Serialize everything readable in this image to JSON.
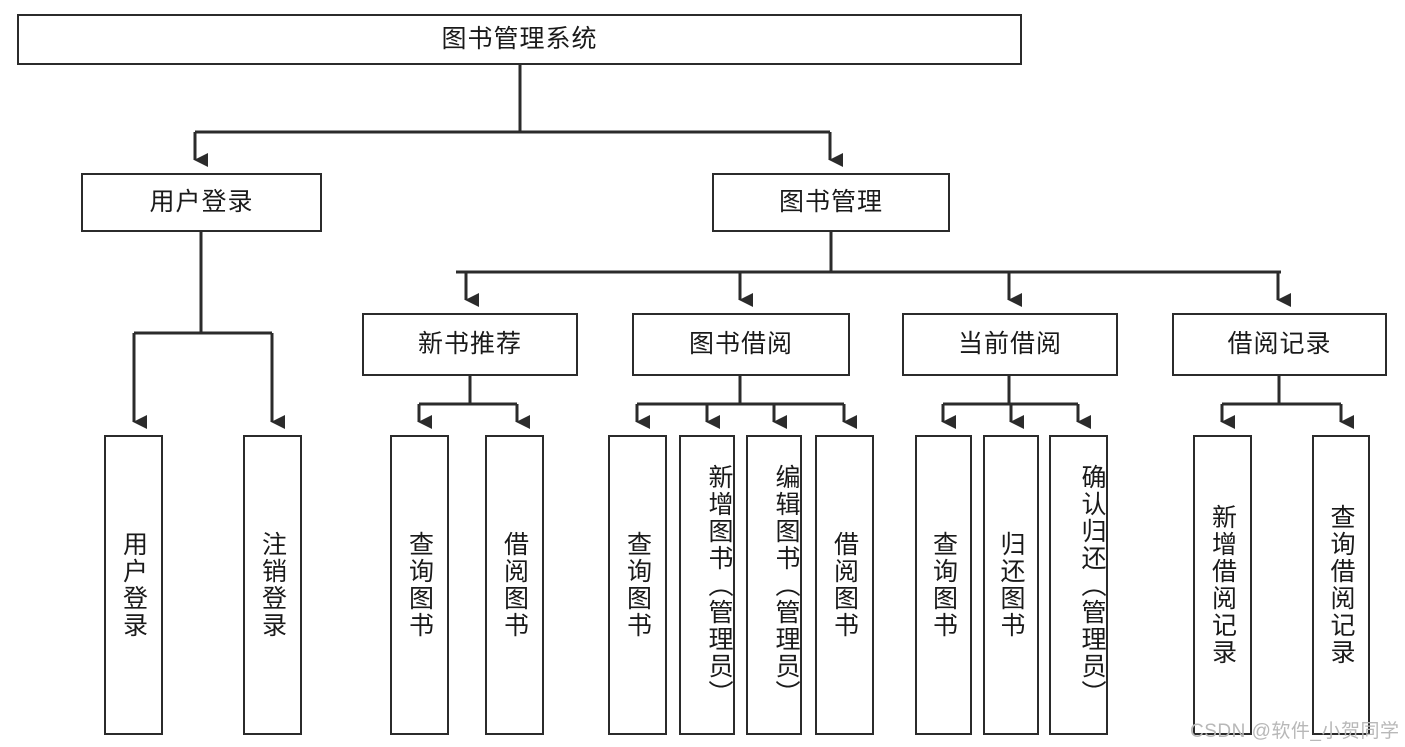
{
  "diagram": {
    "title": "图书管理系统",
    "type": "hierarchy-tree",
    "background_color": "#ffffff",
    "line_color": "#2b2b2b",
    "box_border_color": "#2b2b2b",
    "text_color": "#1a1a1a",
    "root": {
      "label": "图书管理系统"
    },
    "level2": [
      {
        "label": "用户登录"
      },
      {
        "label": "图书管理"
      }
    ],
    "level3": [
      {
        "label": "新书推荐"
      },
      {
        "label": "图书借阅"
      },
      {
        "label": "当前借阅"
      },
      {
        "label": "借阅记录"
      }
    ],
    "leaves": {
      "user_login": [
        {
          "label": "用户登录"
        },
        {
          "label": "注销登录"
        }
      ],
      "new_book_recommend": [
        {
          "label": "查询图书"
        },
        {
          "label": "借阅图书"
        }
      ],
      "book_borrow": [
        {
          "label": "查询图书"
        },
        {
          "label": "新增图书（管理员）"
        },
        {
          "label": "编辑图书（管理员）"
        },
        {
          "label": "借阅图书"
        }
      ],
      "current_borrow": [
        {
          "label": "查询图书"
        },
        {
          "label": "归还图书"
        },
        {
          "label": "确认归还（管理员）"
        }
      ],
      "borrow_record": [
        {
          "label": "新增借阅记录"
        },
        {
          "label": "查询借阅记录"
        }
      ]
    }
  },
  "watermark": {
    "text": "CSDN @软件_小贺同学"
  }
}
